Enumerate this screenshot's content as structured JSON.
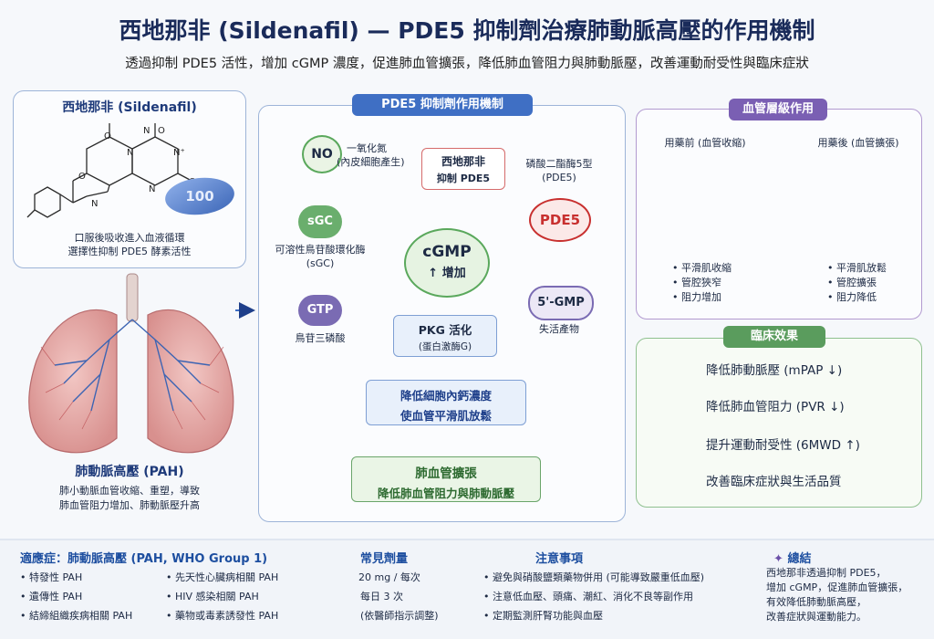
{
  "title": "西地那非 (Sildenafil) — PDE5 抑制劑治療肺動脈高壓的作用機制",
  "subtitle": "透過抑制 PDE5 活性，增加 cGMP 濃度，促進肺血管擴張，降低肺血管阻力與肺動脈壓，改善運動耐受性與臨床症狀",
  "drug_panel": {
    "title": "西地那非 (Sildenafil)",
    "pill_label": "100",
    "struct_atoms": [
      "O",
      "N",
      "N",
      "O",
      "O",
      "N",
      "N",
      "O",
      "N⁺"
    ],
    "desc_line1": "口服後吸收進入血液循環",
    "desc_line2": "選擇性抑制 PDE5 酵素活性"
  },
  "lung": {
    "title": "肺動脈高壓 (PAH)",
    "desc_line1": "肺小動脈血管收縮、重塑，導致",
    "desc_line2": "肺血管阻力增加、肺動脈壓升高"
  },
  "mechanism": {
    "title": "PDE5 抑制劑作用機制",
    "no_label": "NO",
    "no_desc1": "一氧化氮",
    "no_desc2": "(內皮細胞產生)",
    "sgc_label": "sGC",
    "sgc_desc1": "可溶性鳥苷酸環化酶",
    "sgc_desc2": "(sGC)",
    "gtp_label": "GTP",
    "gtp_desc": "鳥苷三磷酸",
    "cgmp_label": "cGMP",
    "cgmp_sub": "↑ 增加",
    "inhib_line1": "西地那非",
    "inhib_line2": "抑制 PDE5",
    "pde5_desc1": "磷酸二酯酶5型",
    "pde5_desc2": "(PDE5)",
    "pde5_label": "PDE5",
    "gmp_label": "5'-GMP",
    "gmp_desc": "失活產物",
    "pkg_line1": "PKG 活化",
    "pkg_line2": "(蛋白激酶G)",
    "ca_line1": "降低細胞內鈣濃度",
    "ca_line2": "使血管平滑肌放鬆",
    "dil_line1": "肺血管擴張",
    "dil_line2": "降低肺血管阻力與肺動脈壓"
  },
  "vessel": {
    "title": "血管層級作用",
    "before_label": "用藥前 (血管收縮)",
    "after_label": "用藥後 (血管擴張)",
    "before_points": [
      "平滑肌收縮",
      "管腔狹窄",
      "阻力增加"
    ],
    "after_points": [
      "平滑肌放鬆",
      "管腔擴張",
      "阻力降低"
    ]
  },
  "clinical": {
    "title": "臨床效果",
    "effects": [
      {
        "icon": "lungs-icon",
        "text": "降低肺動脈壓 (mPAP ↓)"
      },
      {
        "icon": "heart-icon",
        "text": "降低肺血管阻力 (PVR ↓)"
      },
      {
        "icon": "running-person-icon",
        "text": "提升運動耐受性 (6MWD ↑)"
      },
      {
        "icon": "person-icon",
        "text": "改善臨床症狀與生活品質"
      }
    ]
  },
  "footer": {
    "indication_title": "適應症：肺動脈高壓 (PAH, WHO Group 1)",
    "indications_left": [
      "特發性 PAH",
      "遺傳性 PAH",
      "結締組織疾病相關 PAH"
    ],
    "indications_right": [
      "先天性心臟病相關 PAH",
      "HIV 感染相關 PAH",
      "藥物或毒素誘發性 PAH"
    ],
    "dose_title": "常見劑量",
    "dose_lines": [
      "20 mg / 每次",
      "每日 3 次",
      "(依醫師指示調整)"
    ],
    "caution_title": "注意事項",
    "cautions": [
      "避免與硝酸鹽類藥物併用 (可能導致嚴重低血壓)",
      "注意低血壓、頭痛、潮紅、消化不良等副作用",
      "定期監測肝腎功能與血壓"
    ],
    "summary_title": "總結",
    "summary_lines": [
      "西地那非透過抑制 PDE5，",
      "增加 cGMP，促進肺血管擴張，",
      "有效降低肺動脈高壓，",
      "改善症狀與運動能力。"
    ]
  },
  "colors": {
    "navy": "#1a2b5a",
    "blue_header": "#3f6fc4",
    "green_node": "#5aa85c",
    "purple_node": "#7a6bb3",
    "red_pde5": "#c8302f",
    "green_panel": "#6aa56a"
  }
}
